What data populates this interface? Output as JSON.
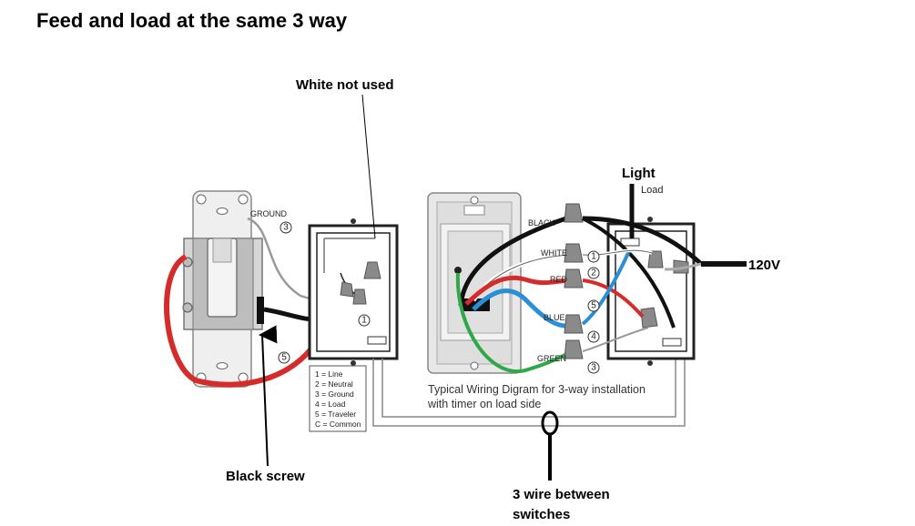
{
  "title": "Feed and load at the same 3 way",
  "annotations": {
    "white_not_used": "White not used",
    "light": "Light",
    "load": "Load",
    "v120": "120V",
    "black_screw": "Black screw",
    "three_wire_line1": "3 wire between",
    "three_wire_line2": "switches"
  },
  "switch_labels": {
    "ground": "GROUND"
  },
  "wire_labels": {
    "black": "BLACK",
    "white": "WHITE",
    "red": "RED",
    "blue": "BLUE",
    "green": "GREEN"
  },
  "markers": {
    "m1": "1",
    "m2": "2",
    "m3": "3",
    "m4": "4",
    "m5": "5"
  },
  "legend": [
    "1 = Line",
    "2 = Neutral",
    "3 = Ground",
    "4 = Load",
    "5 = Traveler",
    "C = Common"
  ],
  "caption": {
    "line1": "Typical Wiring Digram for 3-way installation",
    "line2": "with timer on load side"
  },
  "colors": {
    "black_wire": "#111111",
    "white_wire": "#ffffff",
    "red_wire": "#d62b2b",
    "blue_wire": "#2b8fd6",
    "green_wire": "#2fa84a",
    "gray_wire": "#9a9a9a",
    "nut": "#8a8a8a",
    "plate": "#e4e4e4"
  }
}
